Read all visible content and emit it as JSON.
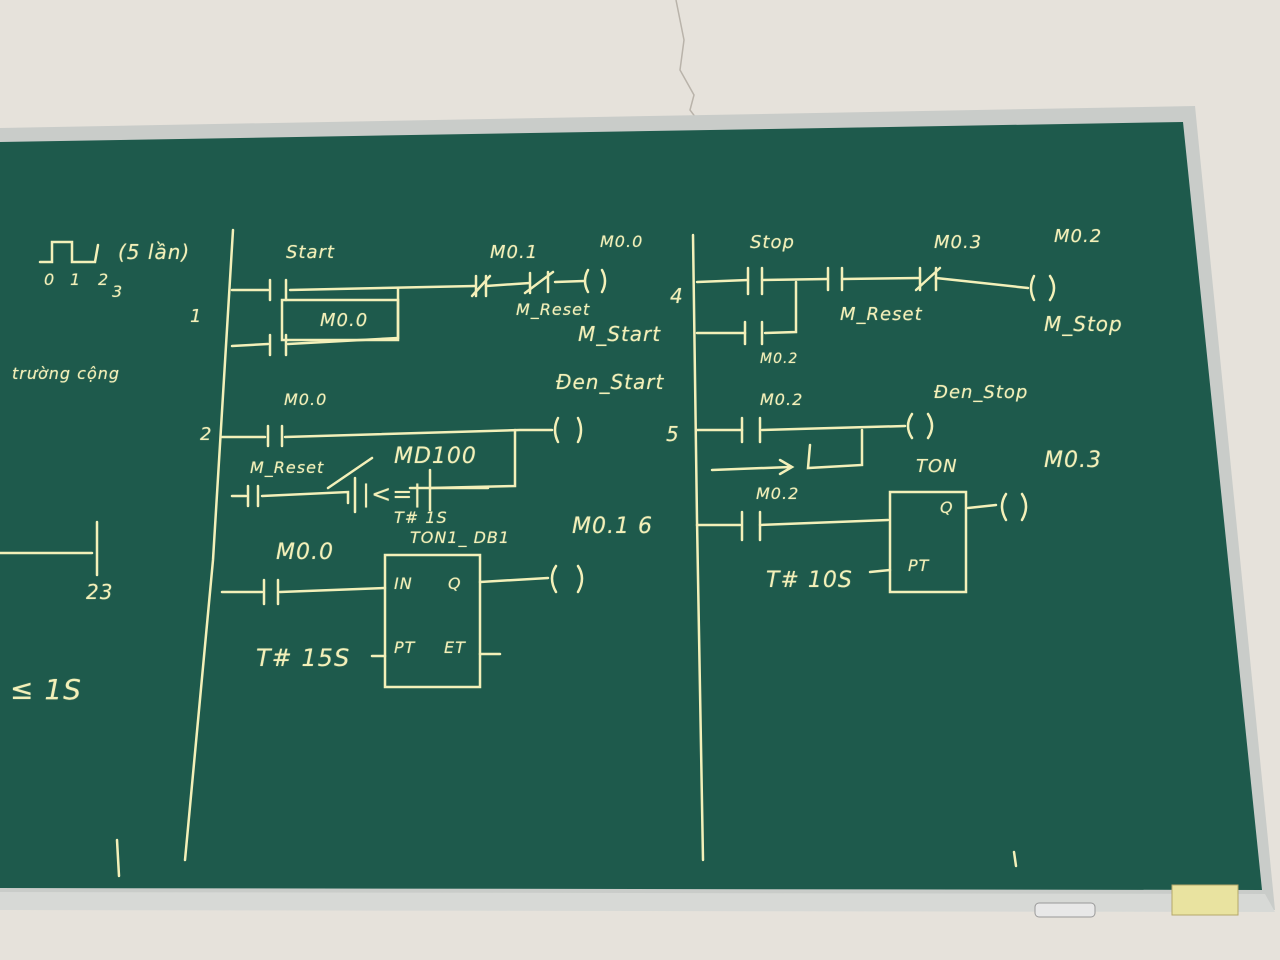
{
  "colors": {
    "wall": "#e6e2db",
    "frame": "#c9ccc9",
    "board": "#1e5a4c",
    "chalk": "#f3f0b9"
  },
  "left_margin": {
    "timing_text": "(5 lần)",
    "ticks": [
      "0",
      "1",
      "2",
      "3"
    ],
    "note": "trường cộng",
    "end_label": "23",
    "compare": "≤ 1S"
  },
  "col1": {
    "rung1": {
      "number": "1",
      "start": "Start",
      "hold": "M0.0",
      "nc1": "M0.1",
      "coil": "M0.0",
      "reset": "M_Reset",
      "coil_name": "M_Start"
    },
    "rung2": {
      "number": "2",
      "contact": "M0.0",
      "reset": "M_Reset",
      "cmp_var": "MD100",
      "cmp_op": "|<=|",
      "cmp_time": "T# 1S",
      "coil_name": "Đen_Start"
    },
    "rung3": {
      "contact": "M0.0",
      "timer_name": "TON1_ DB1",
      "coil": "M0.1 6",
      "in": "IN",
      "q": "Q",
      "pt": "PT",
      "et": "ET",
      "pt_value": "T# 15S"
    }
  },
  "col2": {
    "rung4": {
      "number": "4",
      "stop": "Stop",
      "nc1": "M0.3",
      "coil": "M0.2",
      "reset": "M_Reset",
      "coil_name": "M_Stop",
      "hold": "M0.2"
    },
    "rung5": {
      "number": "5",
      "contact": "M0.2",
      "coil_name": "Đen_Stop",
      "timer_type": "TON",
      "coil2": "M0.3",
      "contact2": "M0.2",
      "q": "Q",
      "pt": "PT",
      "pt_value": "T# 10S"
    }
  }
}
